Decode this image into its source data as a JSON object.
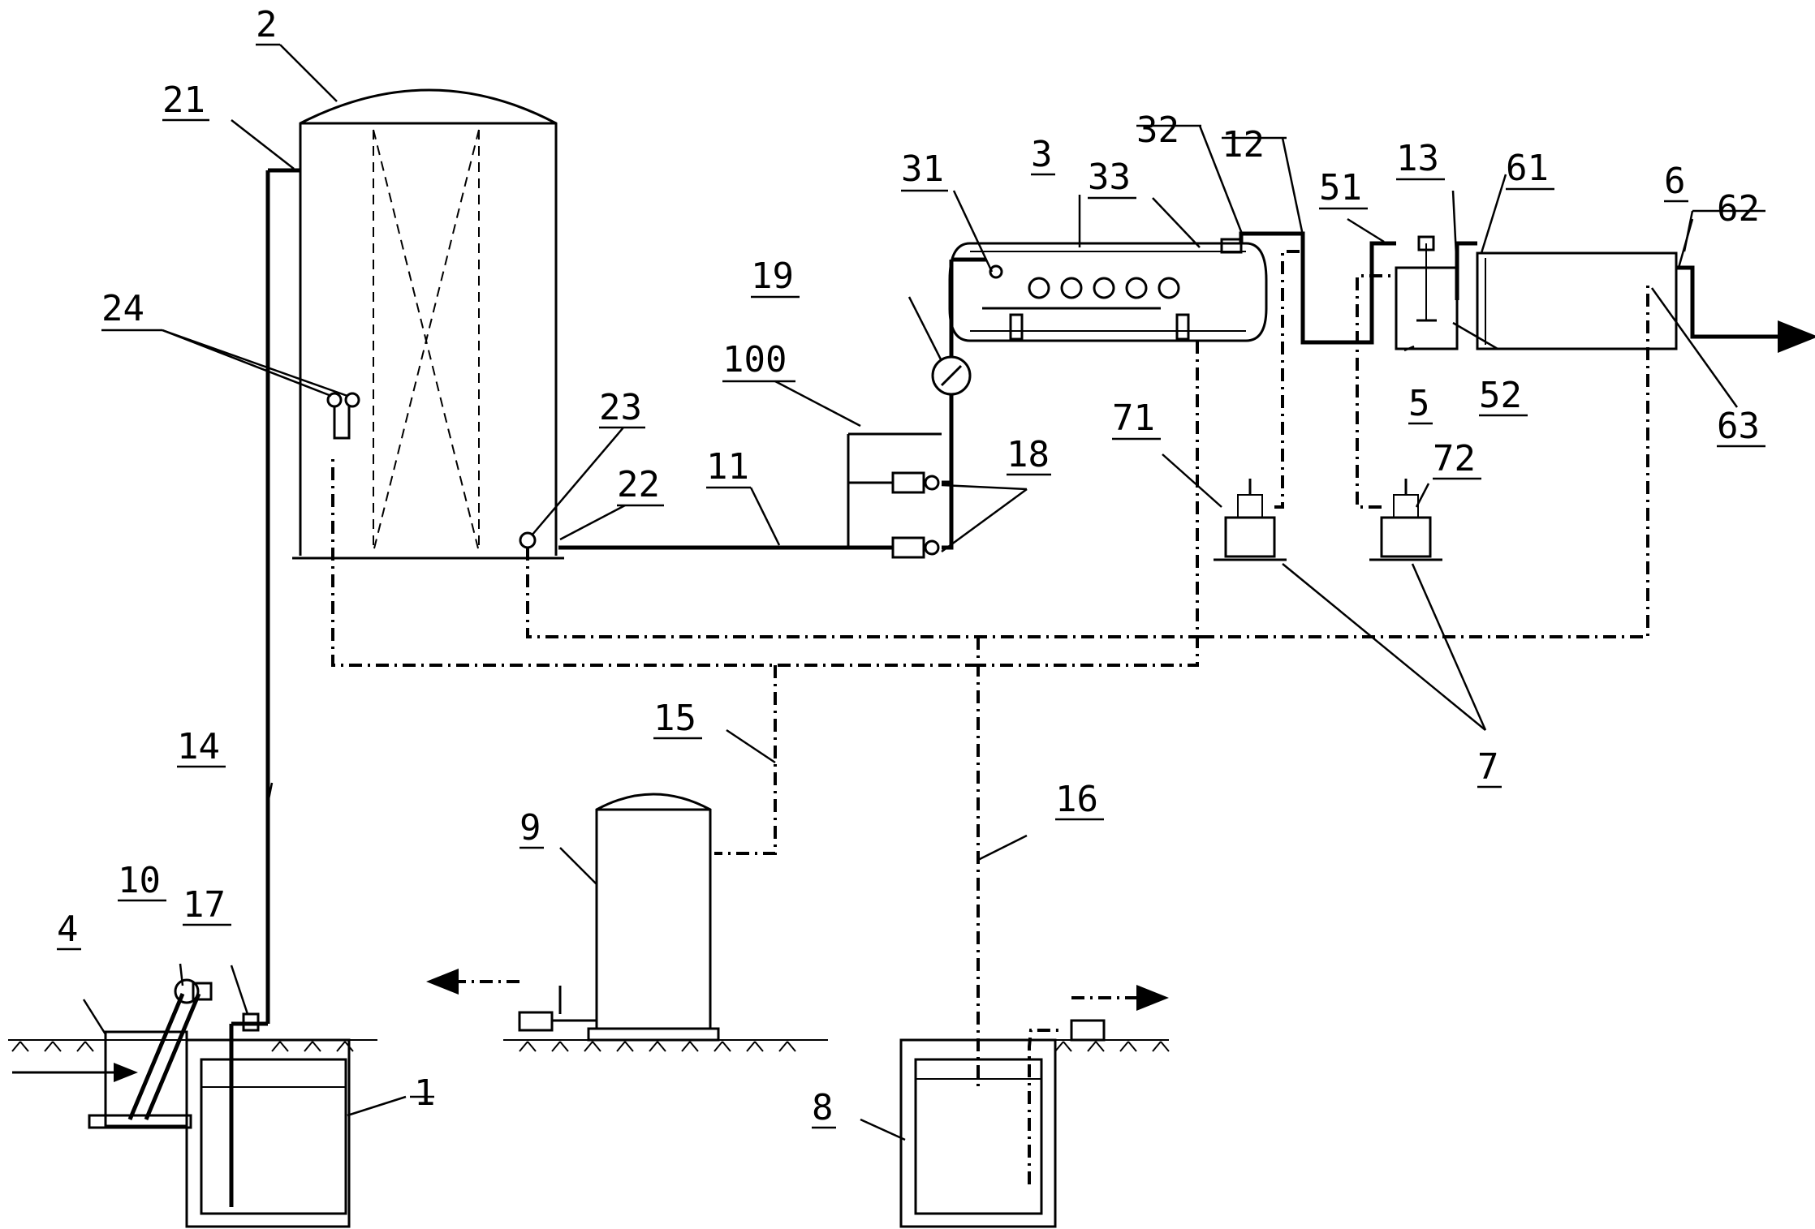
{
  "labels": {
    "n1": "1",
    "n2": "2",
    "n3": "3",
    "n4": "4",
    "n5": "5",
    "n6": "6",
    "n7": "7",
    "n8": "8",
    "n9": "9",
    "n10": "10",
    "n11": "11",
    "n12": "12",
    "n13": "13",
    "n14": "14",
    "n15": "15",
    "n16": "16",
    "n17": "17",
    "n18": "18",
    "n19": "19",
    "n21": "21",
    "n22": "22",
    "n23": "23",
    "n24": "24",
    "n31": "31",
    "n32": "32",
    "n33": "33",
    "n51": "51",
    "n52": "52",
    "n61": "61",
    "n62": "62",
    "n63": "63",
    "n71": "71",
    "n72": "72",
    "n100": "100"
  }
}
